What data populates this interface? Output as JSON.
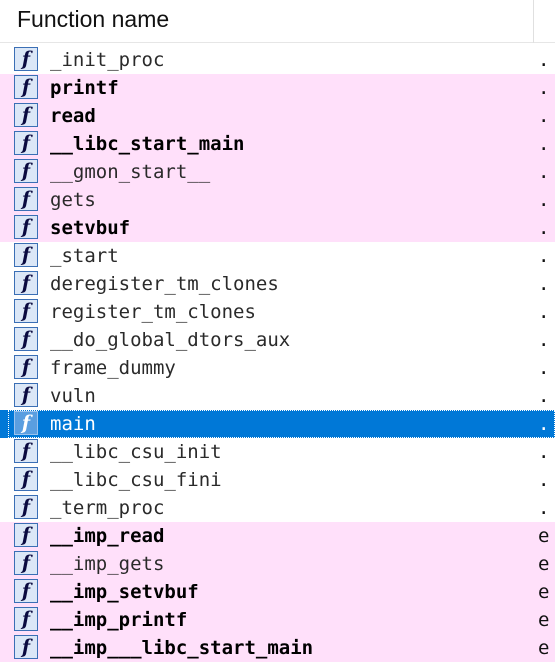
{
  "header": {
    "title": "Function name"
  },
  "icon": {
    "glyph": "f",
    "name": "function-icon"
  },
  "colors": {
    "imported_row": "#ffe0fa",
    "selected_row": "#0078d7"
  },
  "functions": [
    {
      "name": "_init_proc",
      "bold": false,
      "imported": false,
      "selected": false,
      "tail": "."
    },
    {
      "name": "printf",
      "bold": true,
      "imported": true,
      "selected": false,
      "tail": "."
    },
    {
      "name": "read",
      "bold": true,
      "imported": true,
      "selected": false,
      "tail": "."
    },
    {
      "name": "__libc_start_main",
      "bold": true,
      "imported": true,
      "selected": false,
      "tail": "."
    },
    {
      "name": "__gmon_start__",
      "bold": false,
      "imported": true,
      "selected": false,
      "tail": "."
    },
    {
      "name": "gets",
      "bold": false,
      "imported": true,
      "selected": false,
      "tail": "."
    },
    {
      "name": "setvbuf",
      "bold": true,
      "imported": true,
      "selected": false,
      "tail": "."
    },
    {
      "name": "_start",
      "bold": false,
      "imported": false,
      "selected": false,
      "tail": "."
    },
    {
      "name": "deregister_tm_clones",
      "bold": false,
      "imported": false,
      "selected": false,
      "tail": "."
    },
    {
      "name": "register_tm_clones",
      "bold": false,
      "imported": false,
      "selected": false,
      "tail": "."
    },
    {
      "name": "__do_global_dtors_aux",
      "bold": false,
      "imported": false,
      "selected": false,
      "tail": "."
    },
    {
      "name": "frame_dummy",
      "bold": false,
      "imported": false,
      "selected": false,
      "tail": "."
    },
    {
      "name": "vuln",
      "bold": false,
      "imported": false,
      "selected": false,
      "tail": "."
    },
    {
      "name": "main",
      "bold": false,
      "imported": false,
      "selected": true,
      "tail": "."
    },
    {
      "name": "__libc_csu_init",
      "bold": false,
      "imported": false,
      "selected": false,
      "tail": "."
    },
    {
      "name": "__libc_csu_fini",
      "bold": false,
      "imported": false,
      "selected": false,
      "tail": "."
    },
    {
      "name": "_term_proc",
      "bold": false,
      "imported": false,
      "selected": false,
      "tail": "."
    },
    {
      "name": "__imp_read",
      "bold": true,
      "imported": true,
      "selected": false,
      "tail": "e"
    },
    {
      "name": "__imp_gets",
      "bold": false,
      "imported": true,
      "selected": false,
      "tail": "e"
    },
    {
      "name": "__imp_setvbuf",
      "bold": true,
      "imported": true,
      "selected": false,
      "tail": "e"
    },
    {
      "name": "__imp_printf",
      "bold": true,
      "imported": true,
      "selected": false,
      "tail": "e"
    },
    {
      "name": "__imp___libc_start_main",
      "bold": true,
      "imported": true,
      "selected": false,
      "tail": "e"
    }
  ]
}
